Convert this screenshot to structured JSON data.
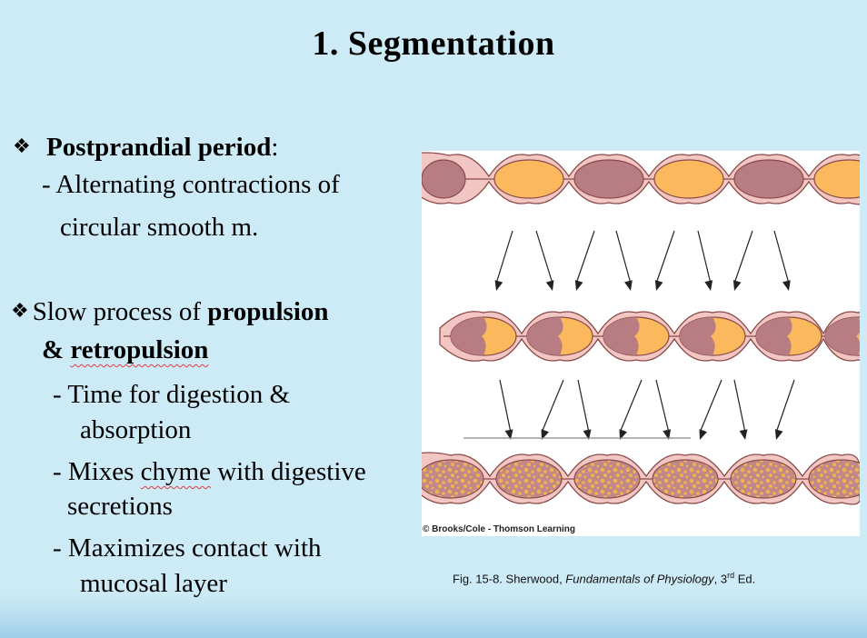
{
  "slide": {
    "title": "1. Segmentation"
  },
  "bullets": {
    "b1_heading": "Postprandial period",
    "b1_colon": ":",
    "b1_line1": "- Alternating contractions of",
    "b1_line2": "circular smooth m.",
    "b2_pre": "Slow process of ",
    "b2_bold1": "propulsion",
    "b2_bold2_pre": "& ",
    "b2_bold2": "retropulsion",
    "s1_line1": "- Time for digestion &",
    "s1_line2": "absorption",
    "s2_pre": "- Mixes ",
    "s2_word": "chyme",
    "s2_post": " with digestive",
    "s2_line2": "secretions",
    "s3_line1": "- Maximizes contact with",
    "s3_line2": "mucosal layer",
    "marker": "❖"
  },
  "figure": {
    "copyright": "© Brooks/Cole - Thomson Learning",
    "colors": {
      "wall": "#f2c6c2",
      "wall_stroke": "#8a4a4a",
      "mauve": "#b87c83",
      "orange": "#fbb85c"
    }
  },
  "caption": {
    "pre": "Fig. 15-8. Sherwood, ",
    "italic": "Fundamentals of Physiology",
    "mid": ", 3",
    "sup": "rd",
    "post": " Ed."
  }
}
